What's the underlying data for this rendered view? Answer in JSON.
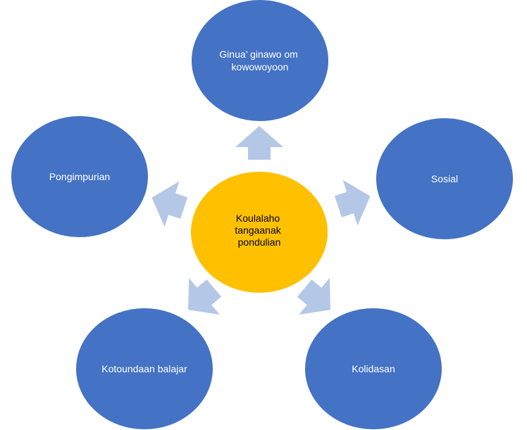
{
  "colors": {
    "outer_fill": "#4472C4",
    "outer_text": "#FFFFFF",
    "center_fill": "#FFC000",
    "center_text": "#000000",
    "arrow_fill": "#B4C7E7"
  },
  "center": {
    "lines": [
      "Koulalaho",
      "tangaanak",
      "pondulian"
    ]
  },
  "nodes": [
    {
      "id": "top",
      "lines": [
        "Ginua’ ginawo om",
        "kowowoyoon"
      ]
    },
    {
      "id": "right",
      "lines": [
        "Sosial"
      ]
    },
    {
      "id": "bottom-right",
      "lines": [
        "Kolidasan"
      ]
    },
    {
      "id": "bottom-left",
      "lines": [
        "Kotoundaan balajar"
      ]
    },
    {
      "id": "left",
      "lines": [
        "Pongimpurian"
      ]
    }
  ]
}
